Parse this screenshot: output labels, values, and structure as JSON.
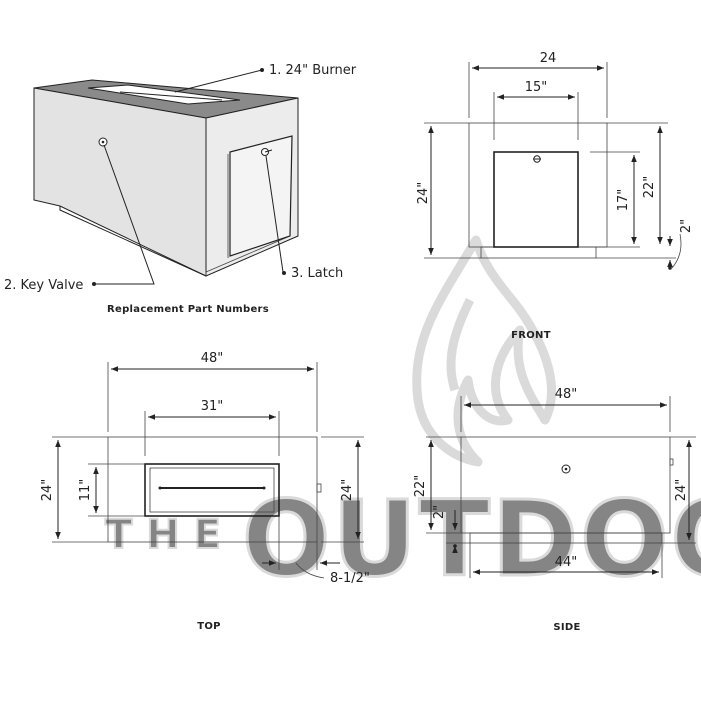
{
  "callouts": {
    "burner": "1. 24\" Burner",
    "key_valve": "2. Key Valve",
    "latch": "3. Latch"
  },
  "captions": {
    "replacement": "Replacement Part Numbers",
    "front": "FRONT",
    "top": "TOP",
    "side": "SIDE"
  },
  "front": {
    "width": "24",
    "door_width": "15\"",
    "height": "24\"",
    "door_height": "17\"",
    "inner_height": "22\"",
    "base": "2\""
  },
  "top": {
    "length": "48\"",
    "burner_length": "31\"",
    "width": "24\"",
    "burner_width": "11\"",
    "width_right": "24\"",
    "offset": "8-1/2\""
  },
  "side": {
    "length": "48\"",
    "height_left": "22\"",
    "base": "2\"",
    "height_right": "24\"",
    "base_length": "44\""
  },
  "watermark": {
    "the": "THE",
    "outdoor": "OUTDOOR"
  },
  "colors": {
    "line": "#222222",
    "body_face": "#e4e4e4",
    "body_side": "#ededed",
    "top_edge": "#777777",
    "watermark": "#bdbdbd"
  }
}
